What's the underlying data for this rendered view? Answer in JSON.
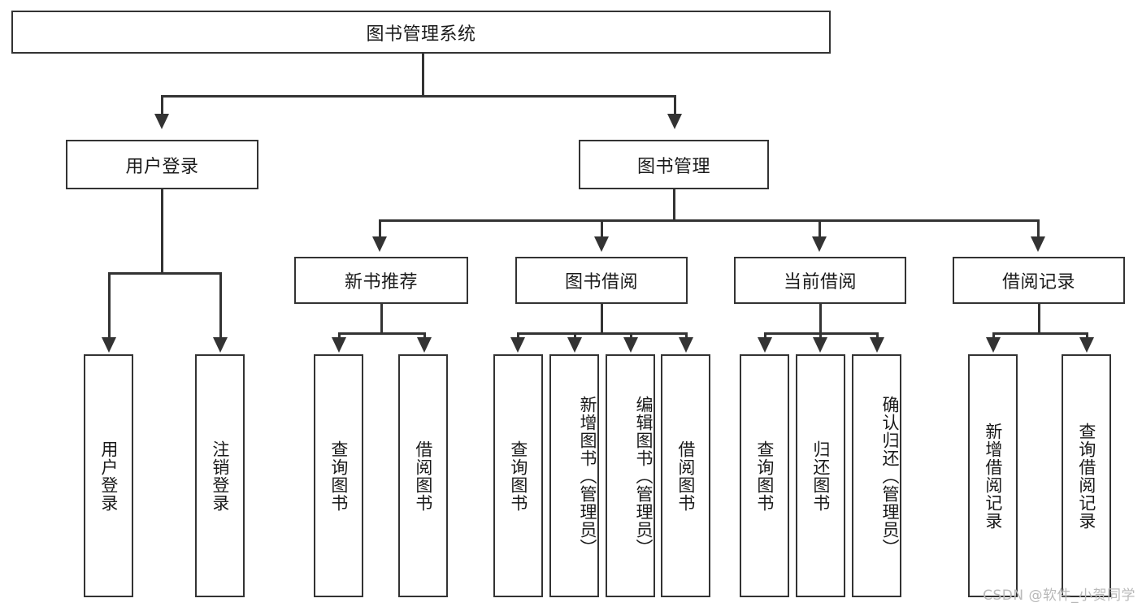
{
  "diagram": {
    "type": "tree-hierarchy",
    "title": "图书管理系统",
    "root": {
      "label": "图书管理系统"
    },
    "level1": [
      {
        "label": "用户登录"
      },
      {
        "label": "图书管理"
      }
    ],
    "level2": [
      {
        "label": "新书推荐",
        "parent": "图书管理"
      },
      {
        "label": "图书借阅",
        "parent": "图书管理"
      },
      {
        "label": "当前借阅",
        "parent": "图书管理"
      },
      {
        "label": "借阅记录",
        "parent": "图书管理"
      }
    ],
    "leaves": {
      "user_login": [
        {
          "label": "用户登录"
        },
        {
          "label": "注销登录"
        }
      ],
      "new_book_recommend": [
        {
          "label": "查询图书"
        },
        {
          "label": "借阅图书"
        }
      ],
      "book_borrow": [
        {
          "label": "查询图书"
        },
        {
          "label": "新增图书（管理员）"
        },
        {
          "label": "编辑图书（管理员）"
        },
        {
          "label": "借阅图书"
        }
      ],
      "current_borrow": [
        {
          "label": "查询图书"
        },
        {
          "label": "归还图书"
        },
        {
          "label": "确认归还（管理员）"
        }
      ],
      "borrow_record": [
        {
          "label": "新增借阅记录"
        },
        {
          "label": "查询借阅记录"
        }
      ]
    }
  },
  "watermark": {
    "text": "CSDN @软件_小贺同学"
  },
  "colors": {
    "border": "#333333",
    "background": "#ffffff",
    "text": "#1a1a1a",
    "watermark": "#b9b9b9"
  }
}
